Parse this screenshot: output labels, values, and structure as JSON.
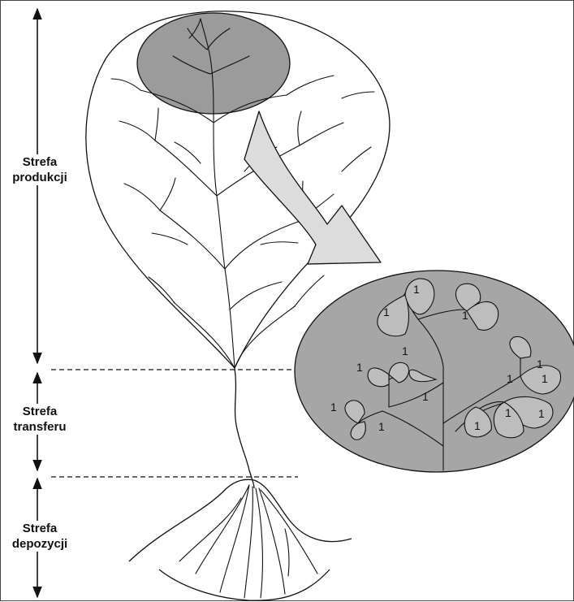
{
  "zones": {
    "production": {
      "line1": "Strefa",
      "line2": "produkcji"
    },
    "transfer": {
      "line1": "Strefa",
      "line2": "transferu"
    },
    "deposition": {
      "line1": "Strefa",
      "line2": "depozycji"
    }
  },
  "inset": {
    "stream_order_label": "1"
  },
  "colors": {
    "background": "#ffffff",
    "outline": "#111111",
    "highlight_fill": "#9b9b9b",
    "inset_fill": "#a6a6a6",
    "arrow_fill": "#dcdcdc",
    "subbasin_fill": "#bdbdbd"
  }
}
